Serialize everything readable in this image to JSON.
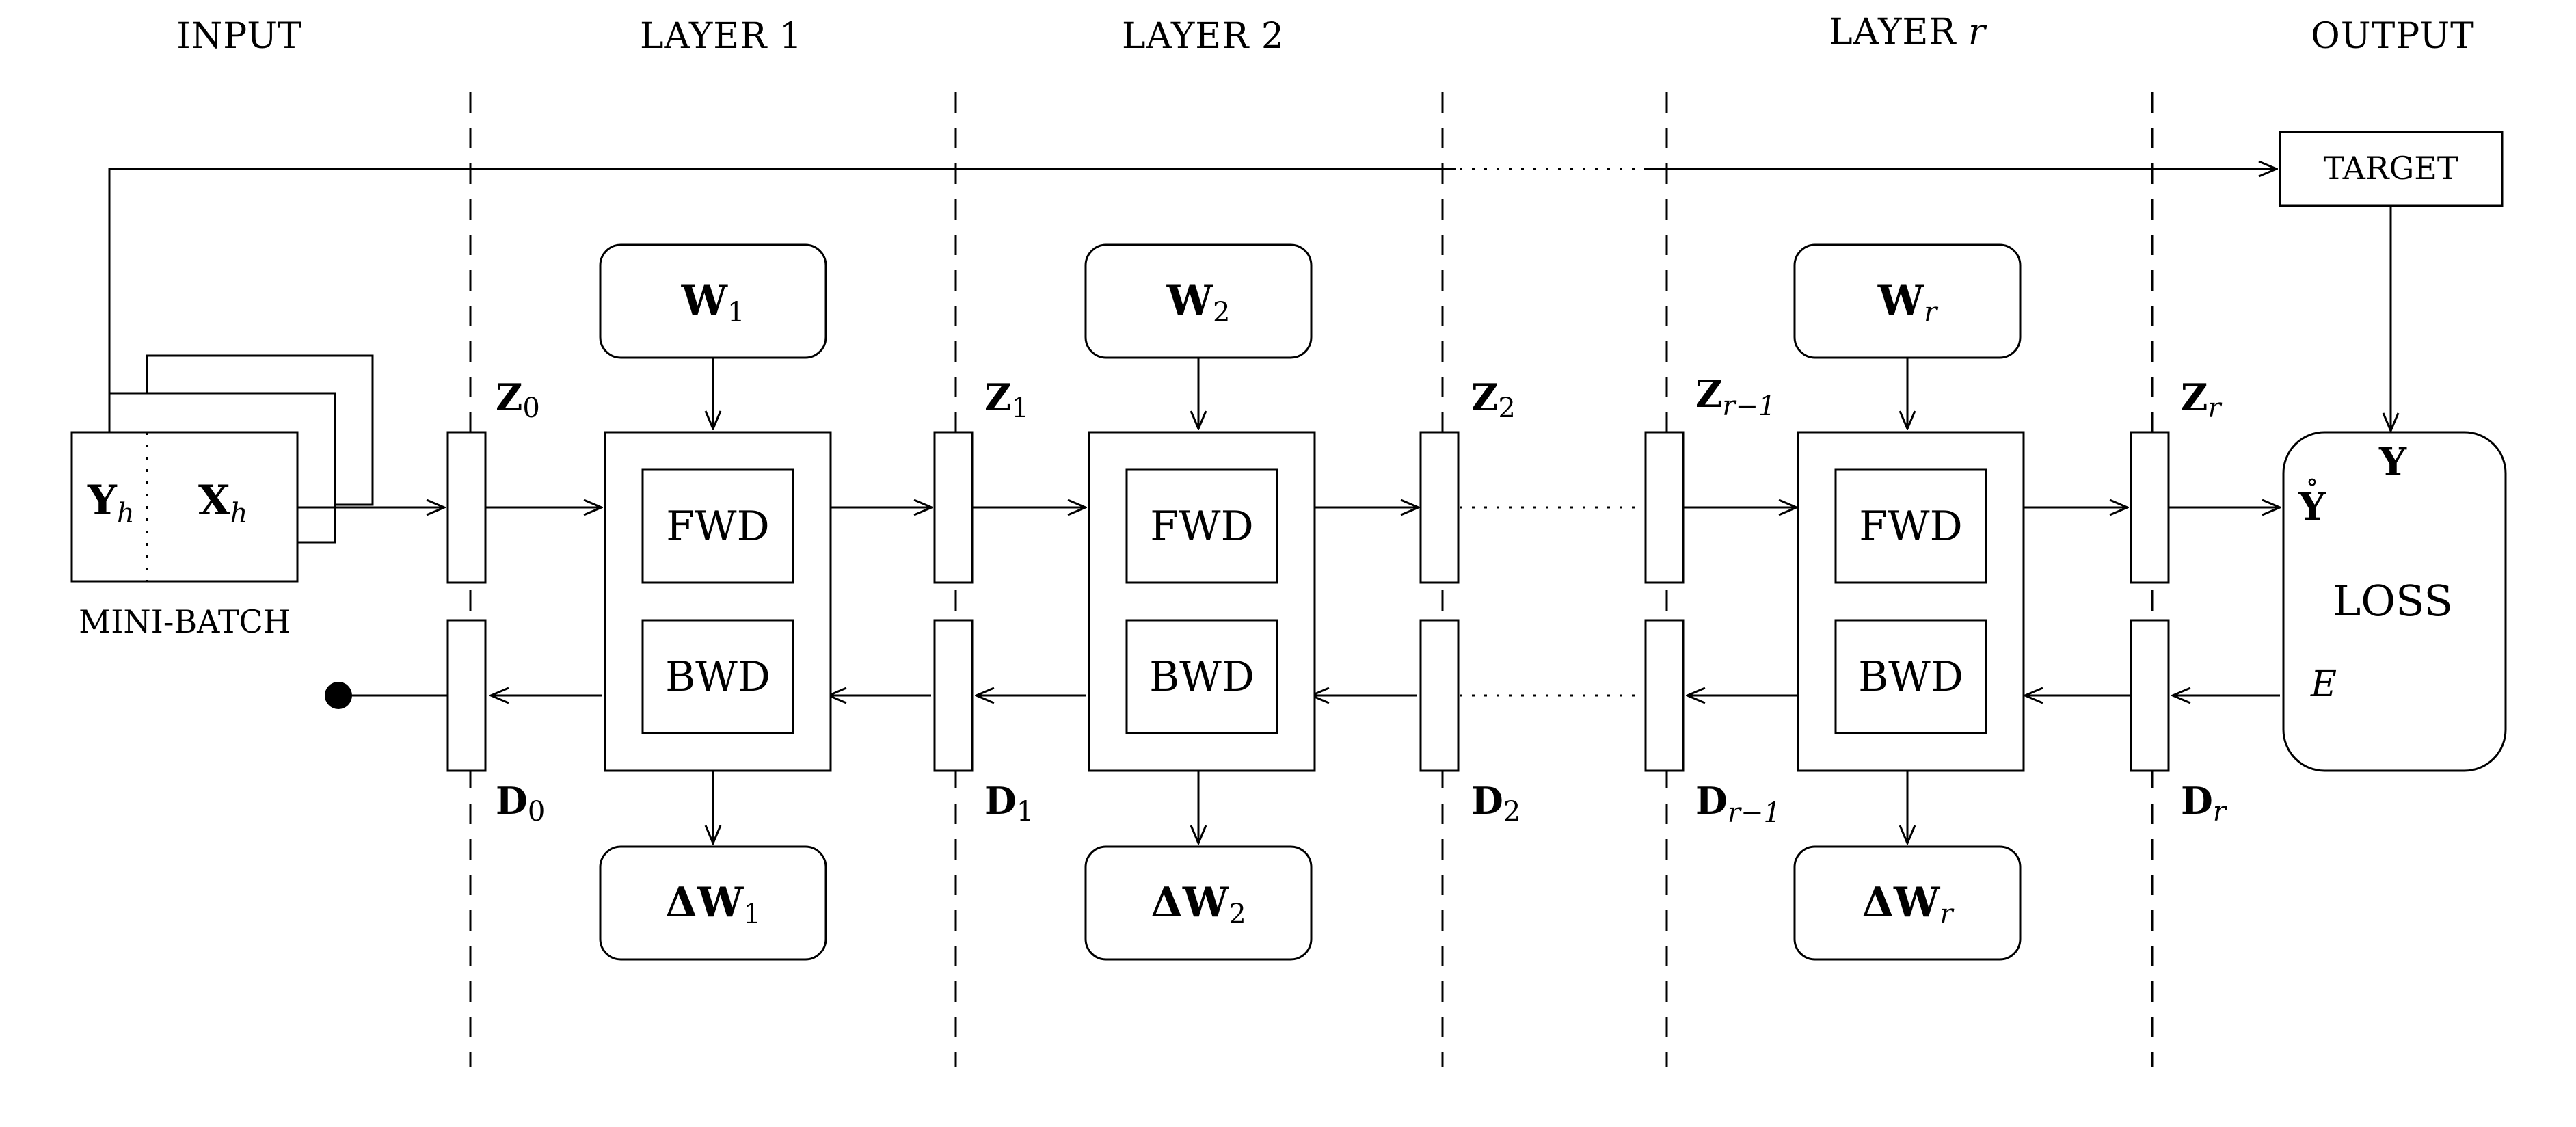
{
  "headers": {
    "input": "INPUT",
    "layer1": "LAYER 1",
    "layer2": "LAYER 2",
    "layer_r_prefix": "LAYER",
    "layer_r_var": "r",
    "output": "OUTPUT"
  },
  "minibatch": {
    "y_main": "Y",
    "y_sub": "h",
    "x_main": "X",
    "x_sub": "h",
    "caption": "MINI-BATCH"
  },
  "blocks": {
    "fwd": "FWD",
    "bwd": "BWD"
  },
  "weights": {
    "w1_main": "W",
    "w1_sub": "1",
    "w2_main": "W",
    "w2_sub": "2",
    "wr_main": "W",
    "wr_sub": "r"
  },
  "deltas": {
    "prefix": "Δ",
    "d1_main": "W",
    "d1_sub": "1",
    "d2_main": "W",
    "d2_sub": "2",
    "dr_main": "W",
    "dr_sub": "r"
  },
  "activations": {
    "z0_main": "Z",
    "z0_sub": "0",
    "z1_main": "Z",
    "z1_sub": "1",
    "z2_main": "Z",
    "z2_sub": "2",
    "zr1_main": "Z",
    "zr1_sub": "r−1",
    "zr_main": "Z",
    "zr_sub": "r"
  },
  "gradients": {
    "d0_main": "D",
    "d0_sub": "0",
    "d1_main": "D",
    "d1_sub": "1",
    "d2_main": "D",
    "d2_sub": "2",
    "dr1_main": "D",
    "dr1_sub": "r−1",
    "dr_main": "D",
    "dr_sub": "r"
  },
  "output": {
    "target": "TARGET",
    "loss": "LOSS",
    "y_label": "Y",
    "yhat_label": "Y",
    "yhat_mark": "˚",
    "e_label": "E"
  }
}
